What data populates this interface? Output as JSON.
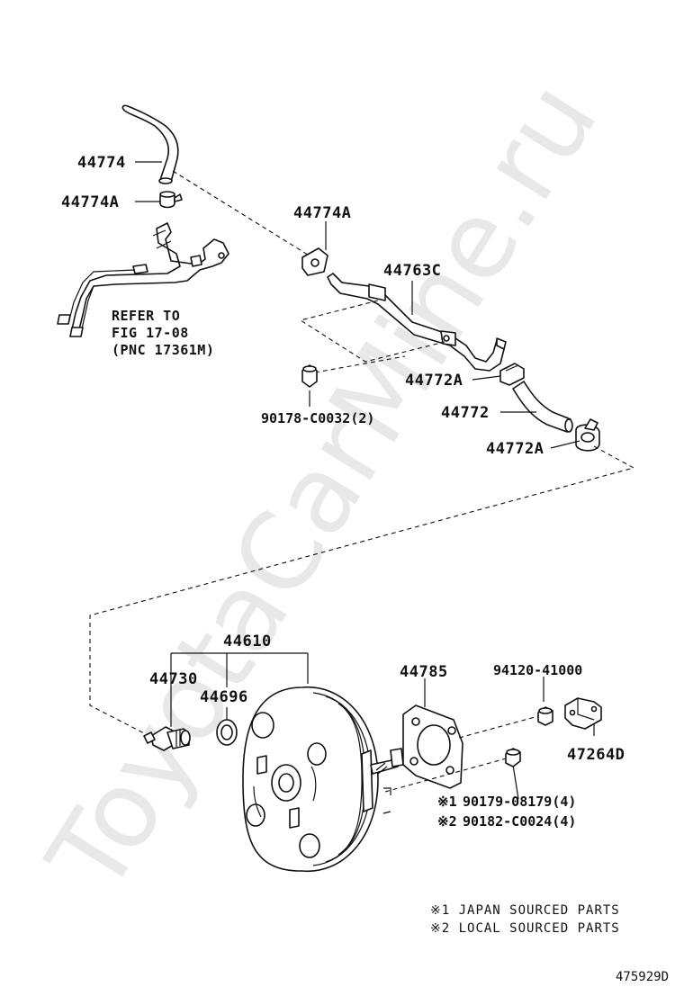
{
  "watermark": "ToyotaCarMine.ru",
  "labels": {
    "p44774": "44774",
    "p44774A_top": "44774A",
    "p44774A_mid": "44774A",
    "p44763C": "44763C",
    "p44772A_upper": "44772A",
    "p44772": "44772",
    "p44772A_lower": "44772A",
    "p90178": "90178-C0032(2)",
    "p44610": "44610",
    "p44730": "44730",
    "p44696": "44696",
    "p44785": "44785",
    "p94120": "94120-41000",
    "p47264D": "47264D",
    "p90179": "90179-08179(4)",
    "p90182": "90182-C0024(4)"
  },
  "refer": {
    "line1": "REFER TO",
    "line2": "FIG 17-08",
    "line3": "(PNC 17361M)"
  },
  "marks": {
    "m1": "※1",
    "m2": "※2"
  },
  "notes": {
    "n1": "※1 JAPAN SOURCED PARTS",
    "n2": "※2 LOCAL SOURCED PARTS"
  },
  "figure_code": "475929D"
}
